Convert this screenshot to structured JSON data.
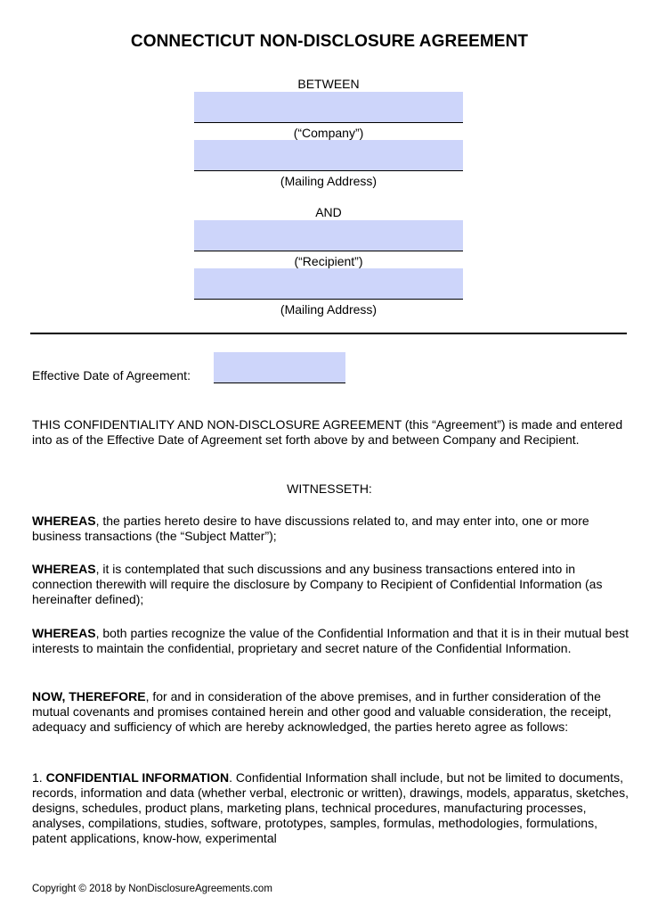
{
  "doc": {
    "title": "CONNECTICUT NON-DISCLOSURE AGREEMENT",
    "between": "BETWEEN",
    "company_caption": "(“Company”)",
    "mailing_caption_1": "(Mailing Address)",
    "and": "AND",
    "recipient_caption": "(“Recipient”)",
    "mailing_caption_2": "(Mailing Address)",
    "effective_date_label": "Effective Date of Agreement:",
    "intro": "THIS CONFIDENTIALITY AND NON-DISCLOSURE AGREEMENT (this “Agreement”) is made and entered into as of the Effective Date of Agreement set forth above by and between Company and Recipient.",
    "witnesseth": "WITNESSETH:",
    "whereas_1_lead": "WHEREAS",
    "whereas_1_text": ", the parties hereto desire to have discussions related to, and may enter into, one or more business transactions (the “Subject Matter”);",
    "whereas_2_lead": "WHEREAS",
    "whereas_2_text": ", it is contemplated that such discussions and any business transactions entered into in connection therewith will require the disclosure by Company to Recipient of Confidential Information (as hereinafter defined);",
    "whereas_3_lead": "WHEREAS",
    "whereas_3_text": ", both parties recognize the value of the Confidential Information and that it is in their mutual best interests to maintain the confidential, proprietary and secret nature of the Confidential Information.",
    "now_lead": "NOW, THEREFORE",
    "now_text": ", for and in consideration of the above premises, and in further consideration of the mutual covenants and promises contained herein and other good and valuable consideration, the receipt, adequacy and sufficiency of which are hereby acknowledged, the parties hereto agree as follows:",
    "section1_num": "1. ",
    "section1_lead": "CONFIDENTIAL INFORMATION",
    "section1_text": ". Confidential Information shall include, but not be limited to documents, records, information and data (whether verbal, electronic or written), drawings, models, apparatus, sketches, designs, schedules, product plans, marketing plans, technical procedures, manufacturing processes, analyses, compilations, studies, software, prototypes, samples, formulas, methodologies, formulations, patent applications, know-how, experimental",
    "footer": "Copyright © 2018 by NonDisclosureAgreements.com"
  },
  "fields": {
    "company": "",
    "company_address": "",
    "recipient": "",
    "recipient_address": "",
    "effective_date": ""
  },
  "colors": {
    "field_fill": "#cdd5fa"
  }
}
